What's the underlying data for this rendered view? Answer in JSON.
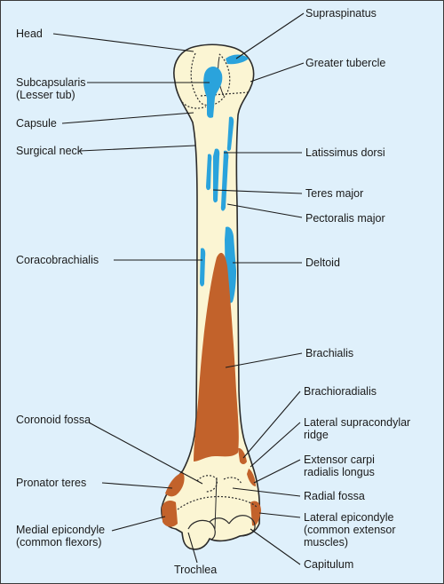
{
  "labels": {
    "head": "Head",
    "subcapsularis_1": "Subcapsularis",
    "subcapsularis_2": "(Lesser tub)",
    "capsule": "Capsule",
    "surgical_neck": "Surgical neck",
    "coracobrachialis": "Coracobrachialis",
    "coronoid_fossa": "Coronoid fossa",
    "pronator_teres": "Pronator teres",
    "medial_epicondyle_1": "Medial epicondyle",
    "medial_epicondyle_2": "(common flexors)",
    "trochlea": "Trochlea",
    "supraspinatus": "Supraspinatus",
    "greater_tubercle": "Greater tubercle",
    "latissimus_dorsi": "Latissimus dorsi",
    "teres_major": "Teres major",
    "pectoralis_major": "Pectoralis major",
    "deltoid": "Deltoid",
    "brachialis": "Brachialis",
    "brachioradialis": "Brachioradialis",
    "lateral_supracondylar_1": "Lateral supracondylar",
    "lateral_supracondylar_2": "ridge",
    "ecrl_1": "Extensor carpi",
    "ecrl_2": "radialis longus",
    "radial_fossa": "Radial fossa",
    "lateral_epicondyle_1": "Lateral epicondyle",
    "lateral_epicondyle_2": "(common extensor",
    "lateral_epicondyle_3": "muscles)",
    "capitulum": "Capitulum"
  },
  "colors": {
    "background": "#dff0fb",
    "bone": "#fbf5d3",
    "outline": "#2b2b2b",
    "origin_muscle": "#c2622b",
    "insertion_muscle": "#2aa3dc"
  }
}
